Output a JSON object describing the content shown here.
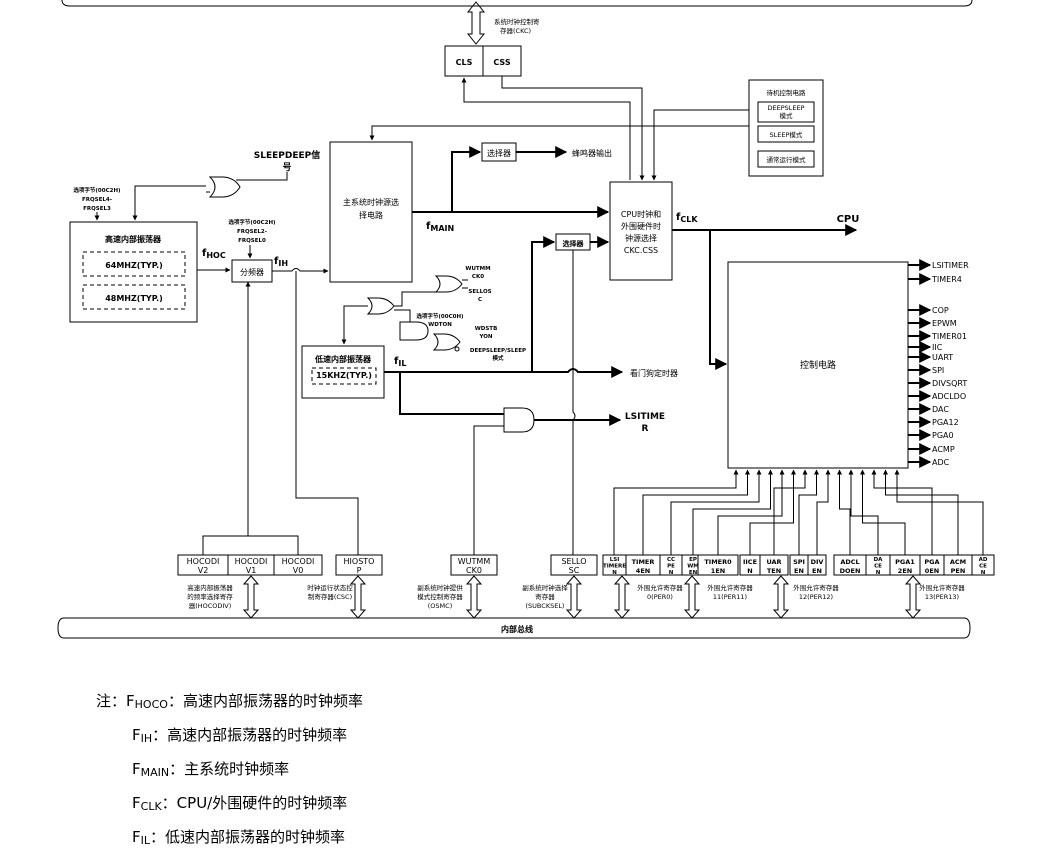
{
  "blocks": {
    "ckc_reg": [
      "系统时钟控制寄",
      "存器(CKC)"
    ],
    "cls": "CLS",
    "css": "CSS",
    "standby_title": "待机控制电路",
    "deepsleep_mode": [
      "DEEPSLEEP",
      "模式"
    ],
    "sleep_mode": "SLEEP模式",
    "normal_mode": "通常运行模式",
    "sleepdeep_signal": [
      "SLEEPDEEP信",
      "号"
    ],
    "main_selector": [
      "主系统时钟源选",
      "择电路"
    ],
    "selector": "选择器",
    "buzzer_out": "蜂鸣器输出",
    "cpu_selector": [
      "CPU时钟和",
      "外围硬件时",
      "钟源选择",
      "CKC.CSS"
    ],
    "cpu": "CPU",
    "hoco_block": "高速内部振荡器",
    "hoco_64": "64MHZ(TYP.)",
    "hoco_48": "48MHZ(TYP.)",
    "option_c2h_a": [
      "选项字节(00C2H)",
      "FRQSEL4-",
      "FRQSEL3"
    ],
    "option_c2h_b": [
      "选项字节(00C2H)",
      "FRQSEL2-",
      "FRQSEL0"
    ],
    "divider": "分频器",
    "option_c0h": [
      "选项字节(00C0H)",
      "WDTON"
    ],
    "wutmmck0_sig": [
      "WUTMM",
      "CK0"
    ],
    "selloc_sig": [
      "SELLOS",
      "C"
    ],
    "wdstbyon_sig": [
      "WDSTB",
      "YON"
    ],
    "deepsleep_sig": [
      "DEEPSLEEP/SLEEP",
      "模式"
    ],
    "lioco_block": "低速内部振荡器",
    "lioco_15k": "15KHZ(TYP.)",
    "watchdog_out": "看门狗定时器",
    "lsitimer_out": [
      "LSITIME",
      "R"
    ],
    "control_circuit": "控制电路",
    "internal_bus": "内部总线"
  },
  "signals": {
    "f_hoc_main": "f",
    "f_hoc_sub": "HOC",
    "f_ih_main": "f",
    "f_ih_sub": "IH",
    "f_main_main": "f",
    "f_main_sub": "MAIN",
    "f_clk_main": "f",
    "f_clk_sub": "CLK",
    "f_il_main": "f",
    "f_il_sub": "IL"
  },
  "outputs": [
    "LSITIMER",
    "TIMER4",
    "COP",
    "EPWM",
    "TIMER01",
    "IIC",
    "UART",
    "SPI",
    "DIVSQRT",
    "ADCLDO",
    "DAC",
    "PGA12",
    "PGA0",
    "ACMP",
    "ADC"
  ],
  "registers": {
    "hocodiv_bits": [
      [
        "HOCODI",
        "V2"
      ],
      [
        "HOCODI",
        "V1"
      ],
      [
        "HOCODI",
        "V0"
      ]
    ],
    "hocodiv_label": [
      "高速内部振荡器",
      "的频率选择寄存",
      "器(HOCODIV)"
    ],
    "hiostop_bit": [
      "HIOSTO",
      "P"
    ],
    "csc_label": [
      "时钟运行状态控",
      "制寄存器(CSC)"
    ],
    "wutmmck0_bit": [
      "WUTMM",
      "CK0"
    ],
    "osmc_label": [
      "副系统时钟提供",
      "模式控制寄存器",
      "(OSMC)"
    ],
    "sellosc_bit": [
      "SELLO",
      "SC"
    ],
    "subcksel_label": [
      "副系统时钟选择",
      "寄存器",
      "(SUBCKSEL)"
    ],
    "per0_bits": [
      [
        "LSI",
        "TIMERE",
        "N"
      ],
      [
        "TIMER",
        "4EN"
      ],
      [
        "CC",
        "PE",
        "N"
      ],
      [
        "EP",
        "WM",
        "EN"
      ]
    ],
    "per0_label": [
      "外围允许寄存器",
      "0(PER0)"
    ],
    "per11_bits": [
      [
        "TIMER0",
        "1EN"
      ],
      [
        "IICE",
        "N"
      ],
      [
        "UAR",
        "TEN"
      ]
    ],
    "per11_label": [
      "外围允许寄存器",
      "11(PER11)"
    ],
    "per12_bits": [
      [
        "SPI",
        "EN"
      ],
      [
        "DIV",
        "EN"
      ]
    ],
    "per12_label": [
      "外围允许寄存器",
      "12(PER12)"
    ],
    "per13_bits": [
      [
        "ADCL",
        "DOEN"
      ],
      [
        "DA",
        "CE",
        "N"
      ],
      [
        "PGA1",
        "2EN"
      ],
      [
        "PGA",
        "0EN"
      ],
      [
        "ACM",
        "PEN"
      ],
      [
        "AD",
        "CE",
        "N"
      ]
    ],
    "per13_label": [
      "外围允许寄存器",
      "13(PER13)"
    ]
  },
  "notes": {
    "prefix": "注：",
    "items": [
      {
        "main": "F",
        "sub": "HOCO",
        "desc": "：高速内部振荡器的时钟频率"
      },
      {
        "main": "F",
        "sub": "IH",
        "desc": "：高速内部振荡器的时钟频率"
      },
      {
        "main": "F",
        "sub": "MAIN",
        "desc": "：主系统时钟频率"
      },
      {
        "main": "F",
        "sub": "CLK",
        "desc": "：CPU/外围硬件的时钟频率"
      },
      {
        "main": "F",
        "sub": "IL",
        "desc": "：低速内部振荡器的时钟频率"
      }
    ]
  }
}
